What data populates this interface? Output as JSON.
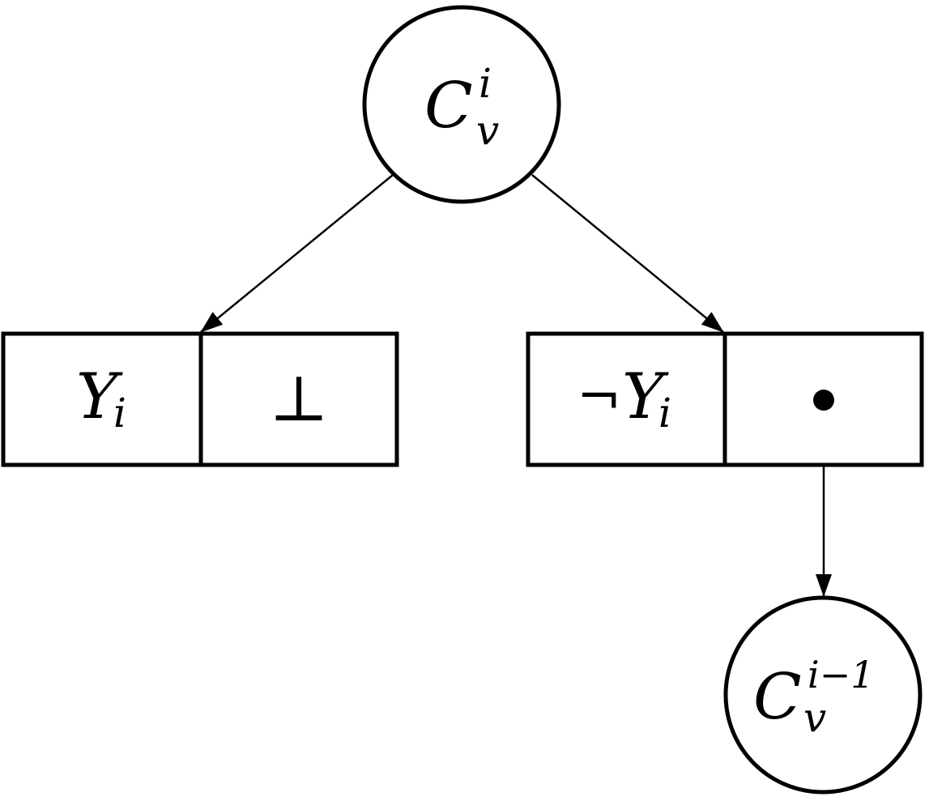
{
  "root_node": {
    "base": "C",
    "subscript": "v",
    "superscript": "i"
  },
  "left_cell": {
    "head": {
      "base": "Y",
      "subscript": "i"
    },
    "tail": {
      "symbol": "⊥"
    }
  },
  "right_cell": {
    "head": {
      "prefix": "¬",
      "base": "Y",
      "subscript": "i"
    },
    "tail": {
      "symbol": ""
    }
  },
  "child_node": {
    "base": "C",
    "subscript": "v",
    "superscript": "i−1"
  },
  "colors": {
    "stroke": "#000000",
    "fill": "#ffffff"
  }
}
